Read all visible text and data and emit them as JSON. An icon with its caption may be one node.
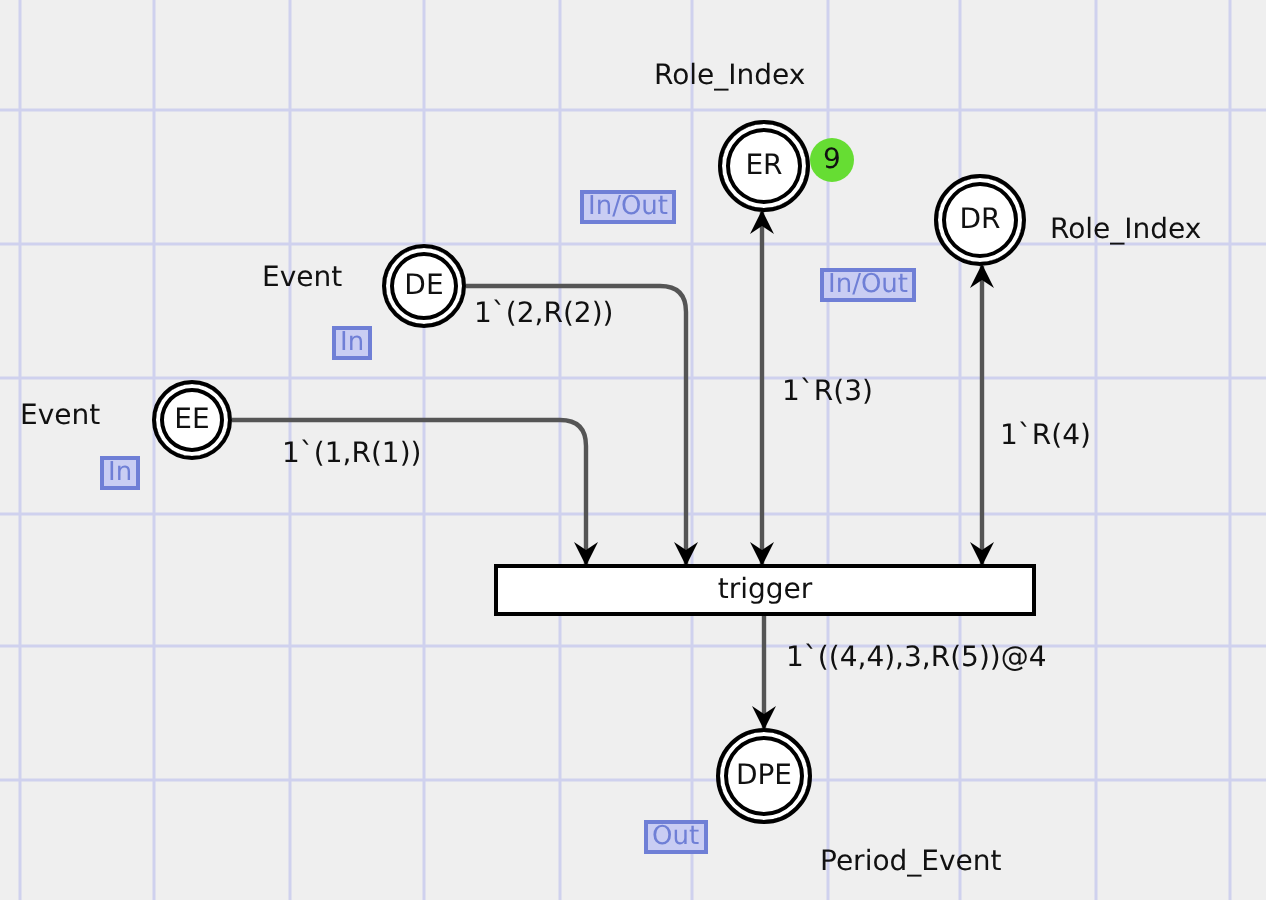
{
  "diagram": {
    "nodes": [
      {
        "text": [
          "EE"
        ],
        "beside": [
          "Event",
          "In"
        ]
      },
      {
        "text": [
          "DE"
        ],
        "beside": [
          "Event",
          "In"
        ]
      },
      {
        "text": [
          "ER"
        ],
        "beside": [
          "Role_Index",
          "In/Out",
          "9"
        ]
      },
      {
        "text": [
          "DR"
        ],
        "beside": [
          "Role_Index",
          "In/Out"
        ]
      },
      {
        "text": [
          "trigger"
        ]
      },
      {
        "text": [
          "DPE"
        ],
        "beside": [
          "Out",
          "Period_Event"
        ]
      }
    ],
    "edges": [
      {
        "from": 0,
        "to": 4,
        "arrow": "to",
        "label": "1`(1,R(1))"
      },
      {
        "from": 1,
        "to": 4,
        "arrow": "to",
        "label": "1`(2,R(2))"
      },
      {
        "from": 2,
        "to": 4,
        "arrow": "both",
        "label": "1`R(3)"
      },
      {
        "from": 3,
        "to": 4,
        "arrow": "both",
        "label": "1`R(4)"
      },
      {
        "from": 4,
        "to": 5,
        "arrow": "to",
        "label": "1`((4,4),3,R(5))@4"
      }
    ]
  }
}
